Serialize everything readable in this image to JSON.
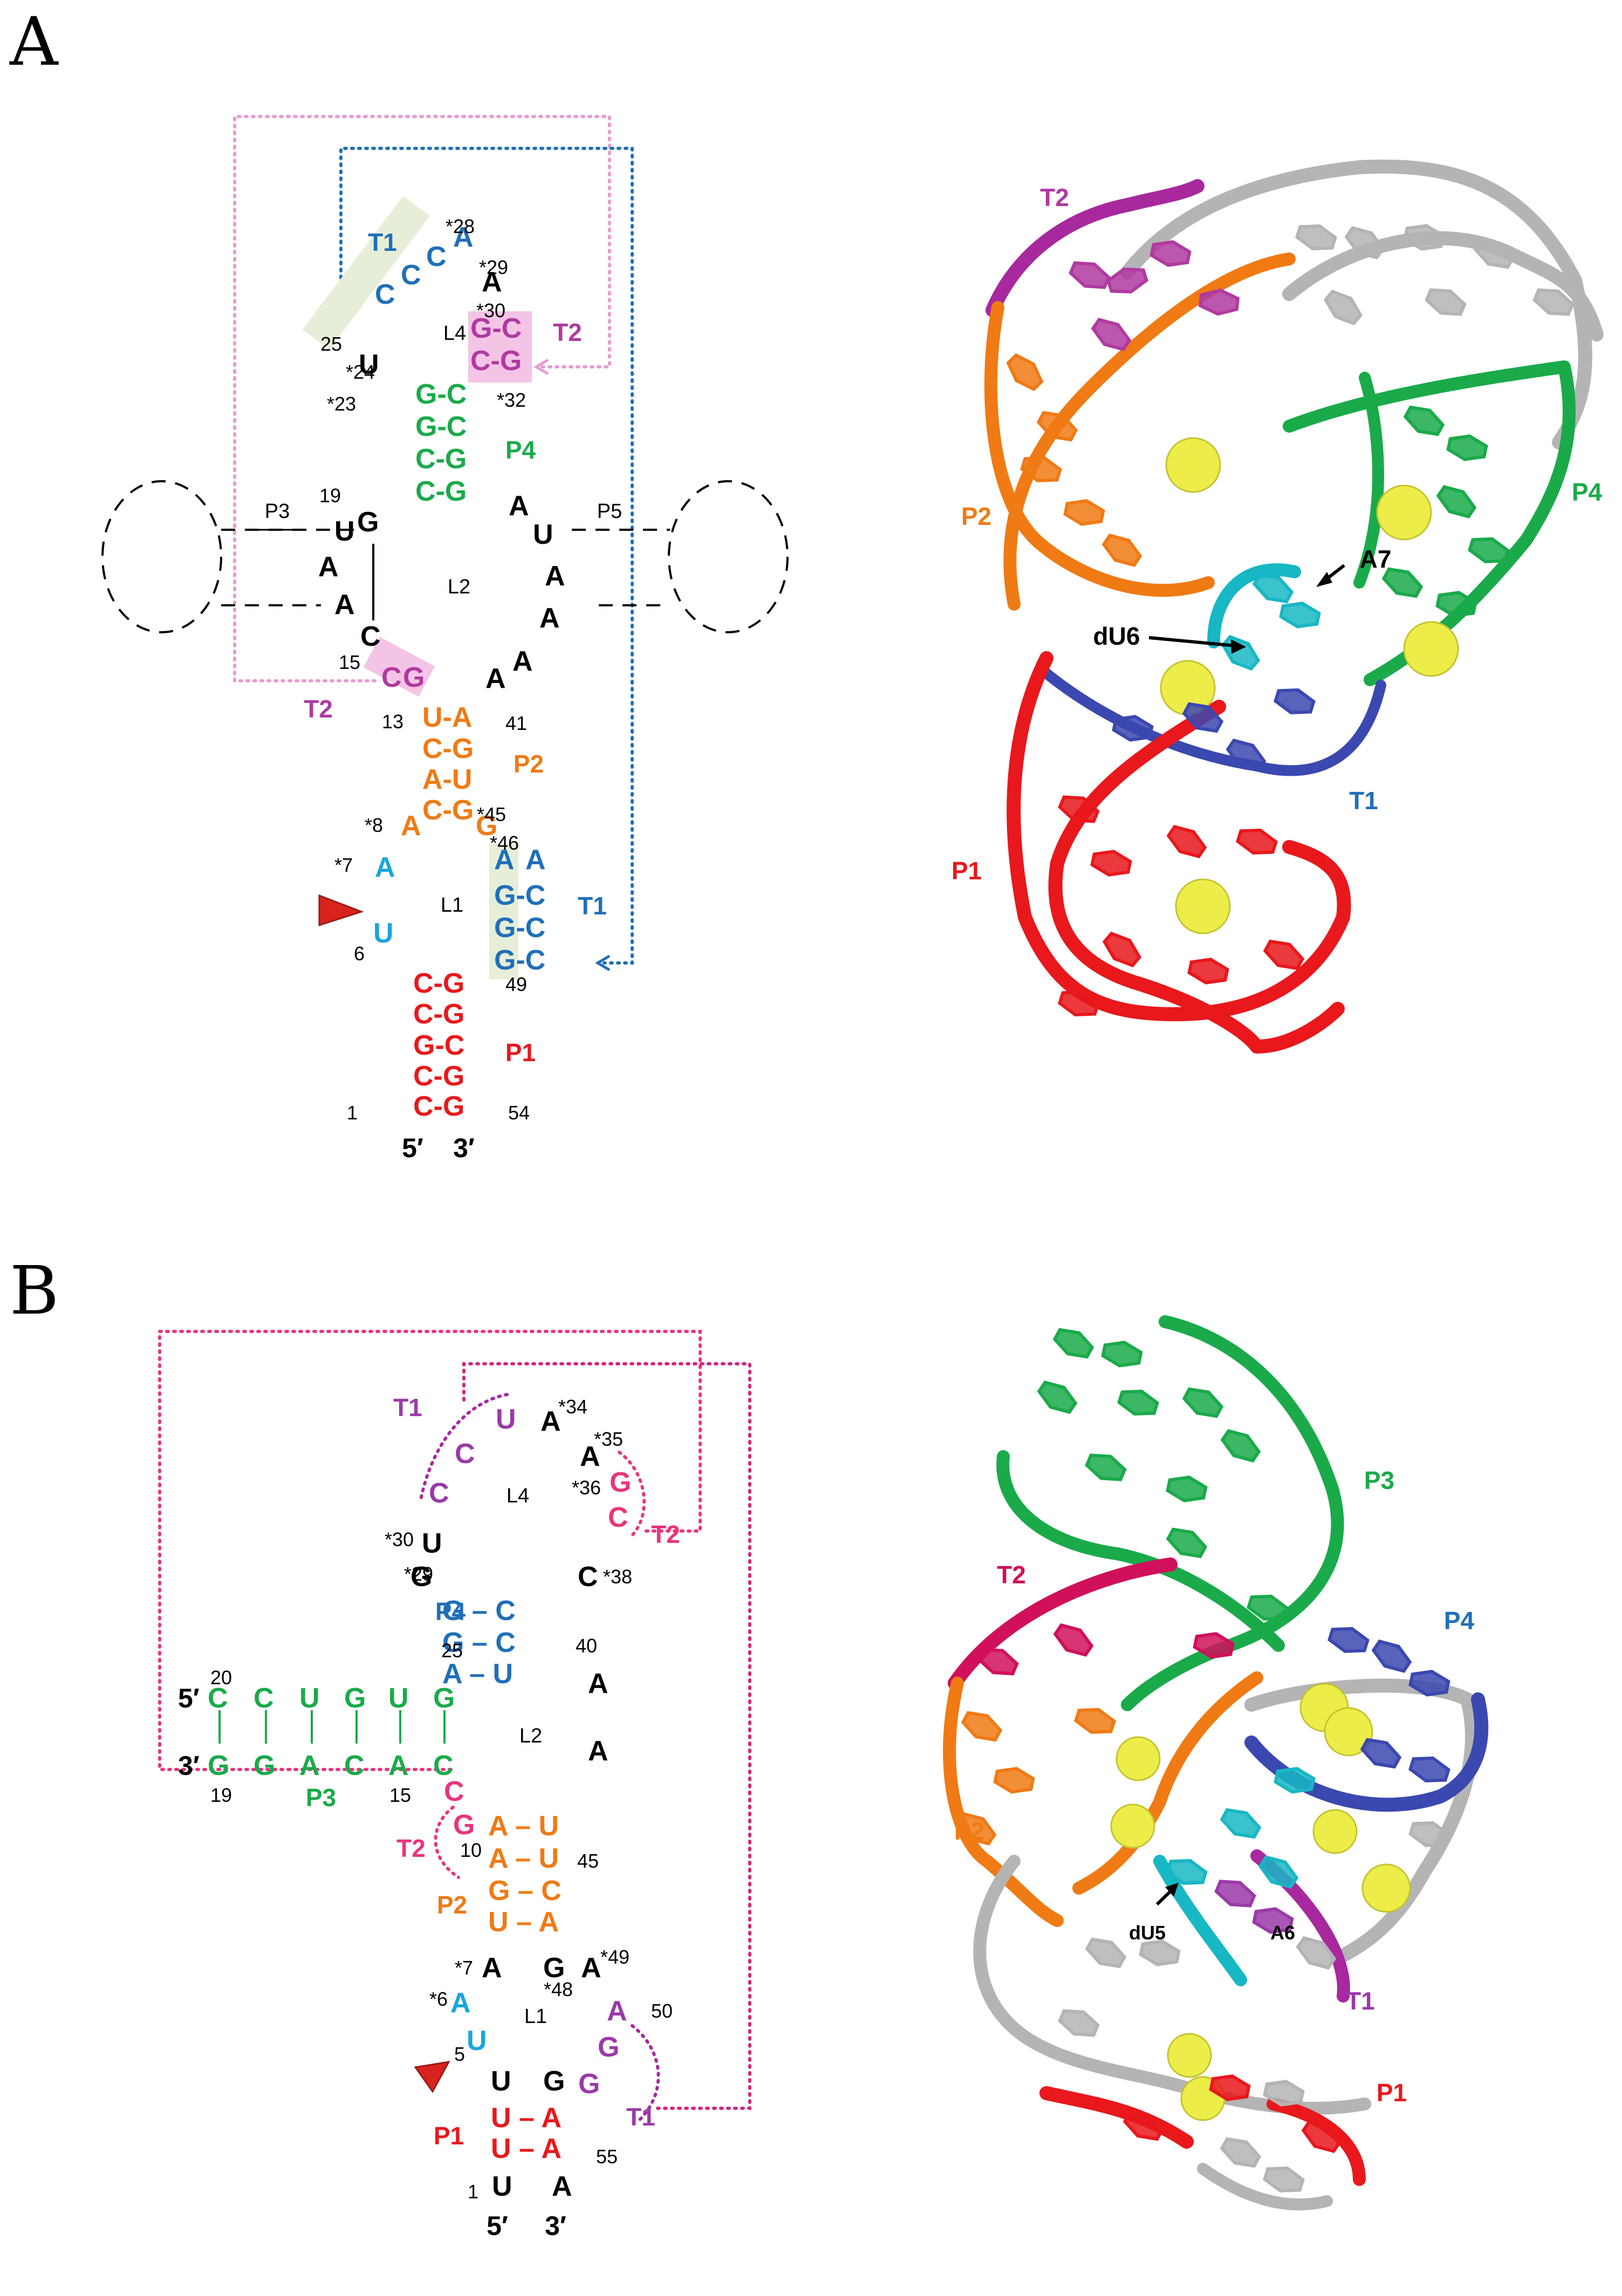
{
  "colors": {
    "black": "#000000",
    "T1_A": "#1f6fb8",
    "T2": "#b03aa0",
    "T2_B": "#e8357d",
    "P4_A": "#1aaa4a",
    "P3_B": "#1aaa4a",
    "P4_B": "#1f6fb8",
    "P2": "#f07a14",
    "P1": "#e8181c",
    "U": "#1aa5dc",
    "T1_B": "#9a3aa8",
    "dU": "#17b7c4",
    "gray": "#b4b4b4",
    "navy": "#3b48b0",
    "mg": "#eded4a",
    "arrow": "#c8201c"
  },
  "panel_a": {
    "letter": "A",
    "loops": [
      "L4",
      "L2",
      "L1"
    ],
    "helices": [
      "P4",
      "P2",
      "P1"
    ],
    "stems_dashed": [
      "P3",
      "P5"
    ],
    "tertiary": [
      "T1",
      "T2",
      "T2",
      "T1"
    ],
    "ends": [
      "5′",
      "3′"
    ],
    "numbers": [
      "*28",
      "*29",
      "*30",
      "25",
      "*24",
      "*23",
      "*32",
      "19",
      "15",
      "13",
      "41",
      "*8",
      "*45",
      "*46",
      "*7",
      "6",
      "49",
      "1",
      "54"
    ],
    "structure3d": {
      "labels": [
        "T2",
        "P2",
        "P4",
        "A7",
        "dU6",
        "T1",
        "P1"
      ]
    }
  },
  "panel_b": {
    "letter": "B",
    "loops": [
      "L4",
      "L2",
      "L1"
    ],
    "helices": [
      "P4",
      "P3",
      "P2",
      "P1"
    ],
    "tertiary": [
      "T1",
      "T2",
      "T2",
      "T1"
    ],
    "ends": [
      "5′",
      "3′",
      "5′",
      "3′"
    ],
    "numbers": [
      "*34",
      "*35",
      "*36",
      "*30",
      "*29",
      "*38",
      "40",
      "25",
      "20",
      "19",
      "15",
      "10",
      "45",
      "*7",
      "*49",
      "*48",
      "*6",
      "50",
      "5",
      "55",
      "1"
    ],
    "structure3d": {
      "labels": [
        "P3",
        "T2",
        "P4",
        "P2",
        "dU5",
        "A6",
        "T1",
        "P1"
      ]
    }
  }
}
